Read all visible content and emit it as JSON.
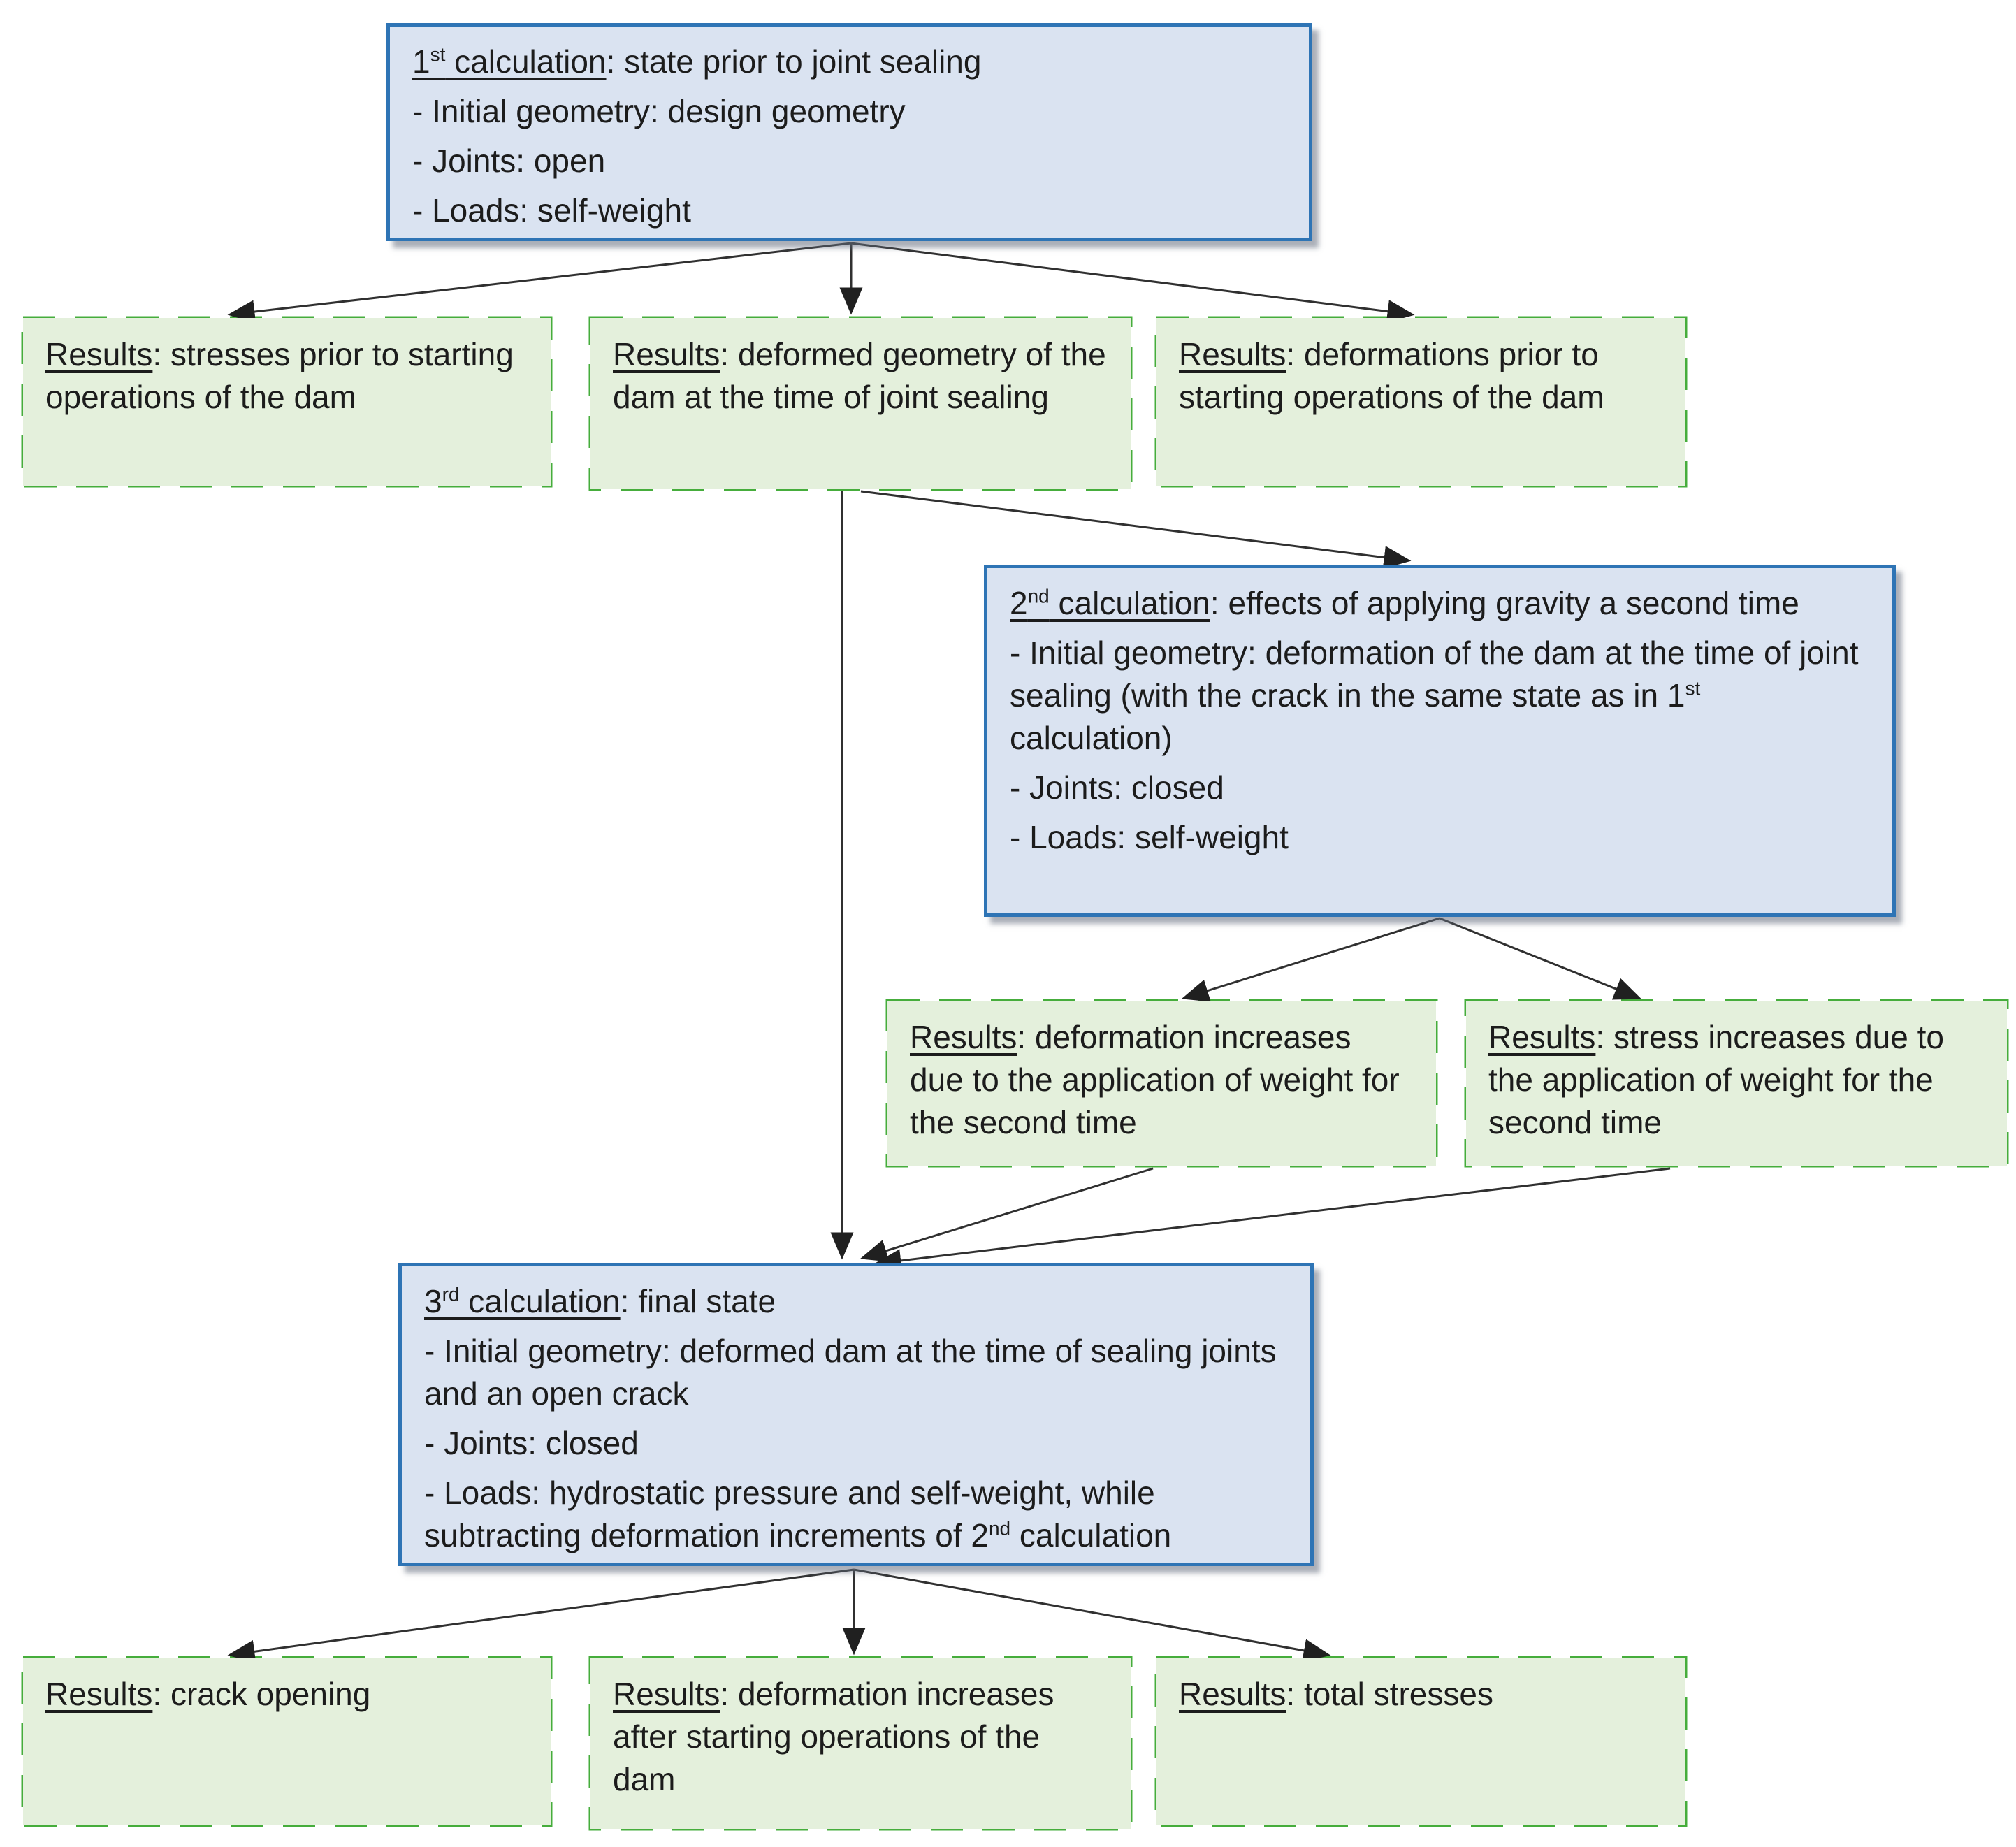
{
  "diagram": {
    "title": "Dam joint-sealing calculation sequence flowchart",
    "colors": {
      "calc_box_fill": "#dae3f1",
      "calc_box_border": "#2e74b5",
      "results_box_fill": "#e4f0dc",
      "results_box_border": "#46ad3c",
      "text": "#1c1c1c",
      "arrow": "#303030"
    }
  },
  "boxes": {
    "calc1": {
      "title_num": "1",
      "title_sup": "st",
      "title_word": " calculation",
      "title_rest": ": state prior to joint sealing",
      "bullets": [
        "- Initial geometry: design geometry",
        "- Joints: open",
        "- Loads: self-weight"
      ]
    },
    "res1a": {
      "label": "Results",
      "text": ": stresses prior to starting operations of the dam"
    },
    "res1b": {
      "label": "Results",
      "text": ": deformed geometry of the dam at the time of joint sealing"
    },
    "res1c": {
      "label": "Results",
      "text": ": deformations prior to starting operations of the dam"
    },
    "calc2": {
      "title_num": "2",
      "title_sup": "nd",
      "title_word": " calculation",
      "title_rest": ": effects of applying gravity a second time",
      "b0a": "- Initial geometry: deformation of the dam at the time of joint sealing (with the crack in the same state as in 1",
      "b0sup": "st",
      "b0b": " calculation)",
      "b1": "- Joints: closed",
      "b2": "- Loads: self-weight"
    },
    "res2a": {
      "label": "Results",
      "text": ": deformation increases due to the application of weight for the second time"
    },
    "res2b": {
      "label": "Results",
      "text": ": stress increases due to the application of weight for the second time"
    },
    "calc3": {
      "title_num": "3",
      "title_sup": "rd",
      "title_word": " calculation",
      "title_rest": ": final state",
      "b0": "- Initial geometry: deformed dam at the time of sealing joints and an open crack",
      "b1": "- Joints: closed",
      "b2a": "- Loads: hydrostatic pressure and self-weight, while subtracting deformation increments of 2",
      "b2sup": "nd",
      "b2b": " calculation"
    },
    "res3a": {
      "label": "Results",
      "text": ": crack opening"
    },
    "res3b": {
      "label": "Results",
      "text": ": deformation increases after starting operations of the dam"
    },
    "res3c": {
      "label": "Results",
      "text": ": total stresses"
    }
  },
  "connections": [
    {
      "from": "calc1",
      "to": "res1a"
    },
    {
      "from": "calc1",
      "to": "res1b"
    },
    {
      "from": "calc1",
      "to": "res1c"
    },
    {
      "from": "res1b",
      "to": "calc2"
    },
    {
      "from": "res1b",
      "to": "calc3"
    },
    {
      "from": "calc2",
      "to": "res2a"
    },
    {
      "from": "calc2",
      "to": "res2b"
    },
    {
      "from": "res2a",
      "to": "calc3"
    },
    {
      "from": "res2b",
      "to": "calc3"
    },
    {
      "from": "calc3",
      "to": "res3a"
    },
    {
      "from": "calc3",
      "to": "res3b"
    },
    {
      "from": "calc3",
      "to": "res3c"
    }
  ]
}
